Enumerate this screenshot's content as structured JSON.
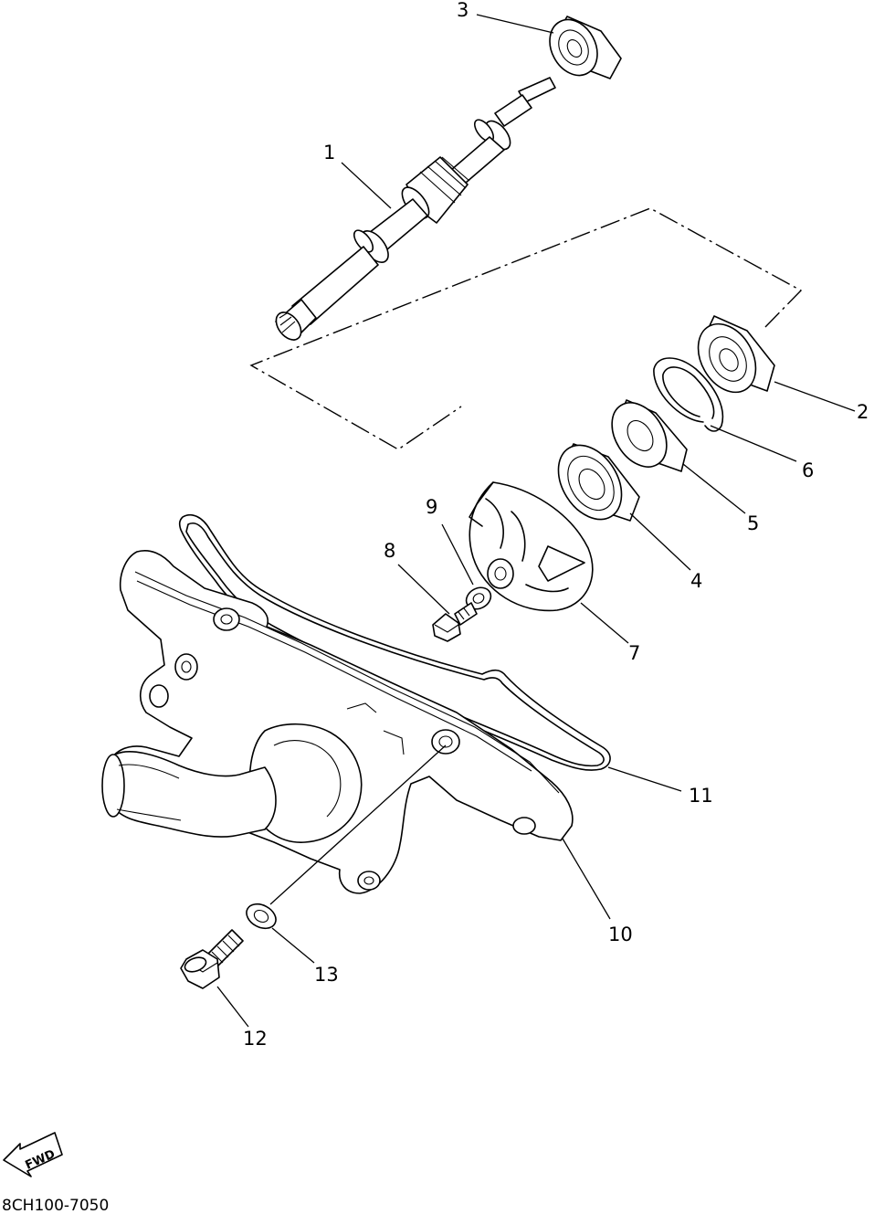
{
  "callouts": {
    "p1": "1",
    "p2": "2",
    "p3": "3",
    "p4": "4",
    "p5": "5",
    "p6": "6",
    "p7": "7",
    "p8": "8",
    "p9": "9",
    "p10": "10",
    "p11": "11",
    "p12": "12",
    "p13": "13"
  },
  "fwd_label": "FWD",
  "diagram_code": "8CH100-7050",
  "icons": {
    "fwd_arrow": "fwd-arrow-icon"
  }
}
